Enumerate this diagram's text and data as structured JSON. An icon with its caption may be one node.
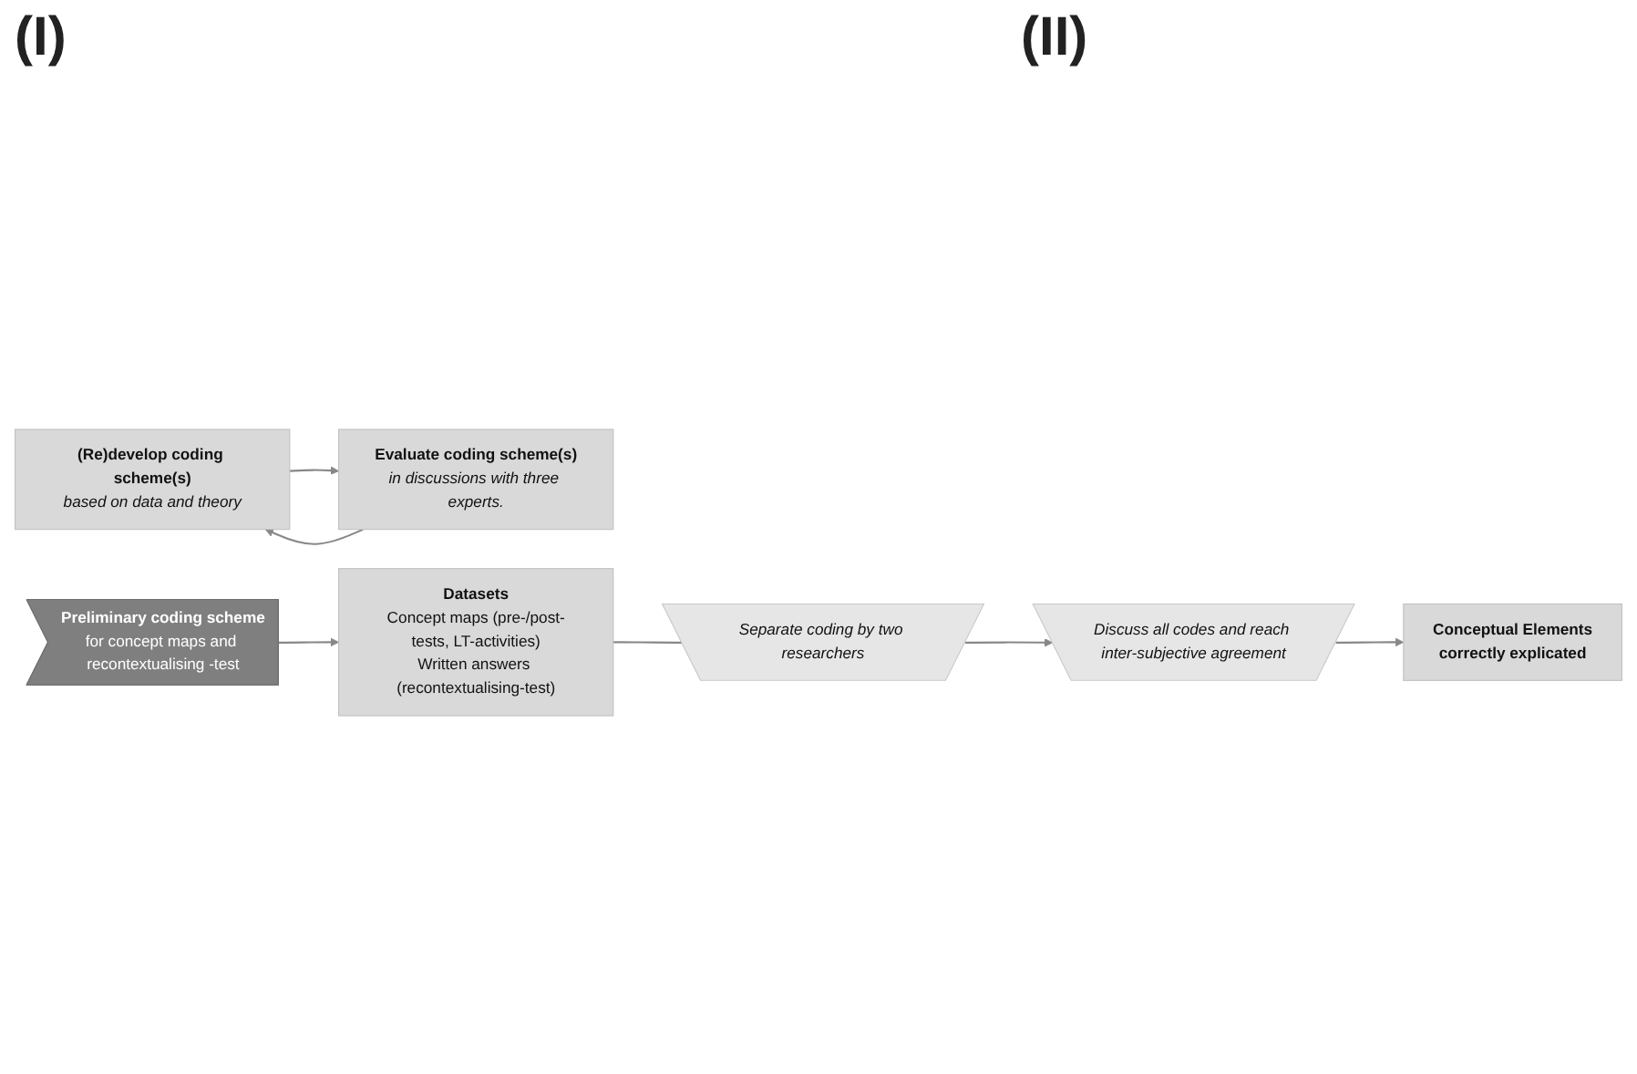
{
  "diagram": {
    "nodes": [
      {
        "text": [
          "(Re)develop coding scheme(s)",
          "based on data and theory"
        ]
      },
      {
        "text": [
          "Evaluate coding scheme(s)",
          "in discussions with three experts."
        ]
      },
      {
        "text": [
          "Preliminary coding scheme",
          "for concept maps and recontextualising -test"
        ]
      },
      {
        "text": [
          "Datasets",
          "Concept maps (pre-/post-tests, LT-activities)",
          "Written answers (recontextualising-test)"
        ]
      },
      {
        "text": [
          "Separate coding by two researchers"
        ]
      },
      {
        "text": [
          "Discuss all codes and reach inter-subjective agreement"
        ]
      },
      {
        "text": [
          "Conceptual Elements",
          "correctly explicated"
        ]
      }
    ],
    "edges": [
      {
        "from": 0,
        "to": 1,
        "arrow": "to"
      },
      {
        "from": 1,
        "to": 0,
        "arrow": "to"
      },
      {
        "from": 2,
        "to": 3,
        "arrow": "to"
      },
      {
        "from": 3,
        "to": 4,
        "arrow": "none"
      },
      {
        "from": 4,
        "to": 5,
        "arrow": "to"
      },
      {
        "from": 5,
        "to": 6,
        "arrow": "to"
      }
    ],
    "labels": [
      "(I)",
      "(II)"
    ]
  }
}
